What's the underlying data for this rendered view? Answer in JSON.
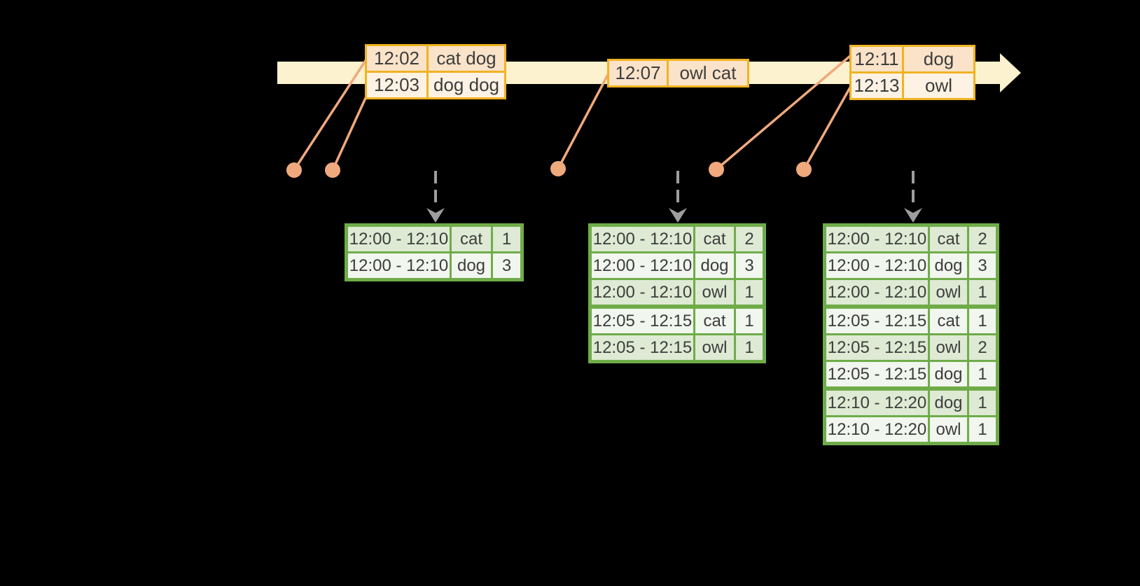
{
  "event_tables": [
    {
      "rows": [
        {
          "time": "12:02",
          "words": "cat dog"
        },
        {
          "time": "12:03",
          "words": "dog dog"
        }
      ]
    },
    {
      "rows": [
        {
          "time": "12:07",
          "words": "owl cat"
        }
      ]
    },
    {
      "rows": [
        {
          "time": "12:11",
          "words": "dog"
        },
        {
          "time": "12:13",
          "words": "owl"
        }
      ]
    }
  ],
  "result_tables": [
    {
      "rows": [
        {
          "window": "12:00 - 12:10",
          "word": "cat",
          "count": "1"
        },
        {
          "window": "12:00 - 12:10",
          "word": "dog",
          "count": "3"
        }
      ]
    },
    {
      "rows": [
        {
          "window": "12:00 - 12:10",
          "word": "cat",
          "count": "2"
        },
        {
          "window": "12:00 - 12:10",
          "word": "dog",
          "count": "3"
        },
        {
          "window": "12:00 - 12:10",
          "word": "owl",
          "count": "1"
        },
        {
          "window": "12:05 - 12:15",
          "word": "cat",
          "count": "1"
        },
        {
          "window": "12:05 - 12:15",
          "word": "owl",
          "count": "1"
        }
      ]
    },
    {
      "rows": [
        {
          "window": "12:00 - 12:10",
          "word": "cat",
          "count": "2"
        },
        {
          "window": "12:00 - 12:10",
          "word": "dog",
          "count": "3"
        },
        {
          "window": "12:00 - 12:10",
          "word": "owl",
          "count": "1"
        },
        {
          "window": "12:05 - 12:15",
          "word": "cat",
          "count": "1"
        },
        {
          "window": "12:05 - 12:15",
          "word": "owl",
          "count": "2"
        },
        {
          "window": "12:05 - 12:15",
          "word": "dog",
          "count": "1"
        },
        {
          "window": "12:10 - 12:20",
          "word": "dog",
          "count": "1"
        },
        {
          "window": "12:10 - 12:20",
          "word": "owl",
          "count": "1"
        }
      ]
    }
  ],
  "colors": {
    "background": "#000000",
    "timeline_fill": "#FCF2CF",
    "event_border": "#F0B323",
    "event_row_dark": "#FAE3C9",
    "event_row_light": "#FDF2E3",
    "connector": "#F0A97D",
    "dashed_arrow": "#9E9E9E",
    "result_border": "#6FAC49",
    "result_row_green": "#DEEAD4",
    "result_row_white": "#F1F6EE",
    "text": "#3D3D3D"
  }
}
